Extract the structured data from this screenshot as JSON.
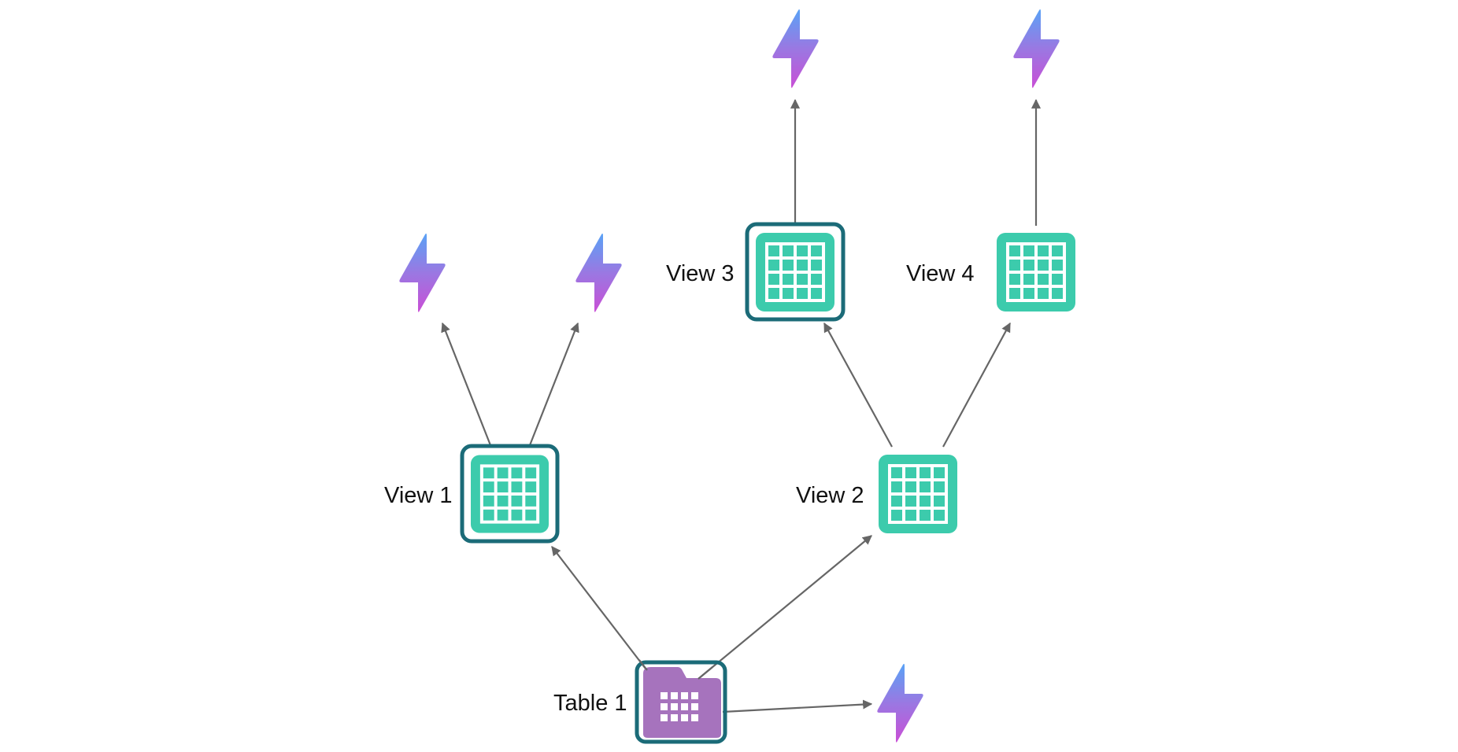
{
  "diagram": {
    "title": "",
    "colors": {
      "view": "#3ccbac",
      "table": "#a673bd",
      "selected_border": "#1b6b78",
      "edge": "#666666",
      "bolt_top": "#5aa2f6",
      "bolt_bottom": "#c94fd6",
      "label": "#111111"
    },
    "nodes": [
      {
        "id": "table1",
        "type": "table",
        "label": "Table 1",
        "selected": true,
        "icon": "table-folder-icon"
      },
      {
        "id": "view1",
        "type": "view",
        "label": "View 1",
        "selected": true,
        "icon": "grid-view-icon"
      },
      {
        "id": "view2",
        "type": "view",
        "label": "View 2",
        "selected": false,
        "icon": "grid-view-icon"
      },
      {
        "id": "view3",
        "type": "view",
        "label": "View 3",
        "selected": true,
        "icon": "grid-view-icon"
      },
      {
        "id": "view4",
        "type": "view",
        "label": "View 4",
        "selected": false,
        "icon": "grid-view-icon"
      },
      {
        "id": "bolt_t1",
        "type": "trigger",
        "label": "",
        "icon": "lightning-bolt-icon"
      },
      {
        "id": "bolt_v1a",
        "type": "trigger",
        "label": "",
        "icon": "lightning-bolt-icon"
      },
      {
        "id": "bolt_v1b",
        "type": "trigger",
        "label": "",
        "icon": "lightning-bolt-icon"
      },
      {
        "id": "bolt_v3",
        "type": "trigger",
        "label": "",
        "icon": "lightning-bolt-icon"
      },
      {
        "id": "bolt_v4",
        "type": "trigger",
        "label": "",
        "icon": "lightning-bolt-icon"
      }
    ],
    "edges": [
      {
        "from": "table1",
        "to": "view1"
      },
      {
        "from": "table1",
        "to": "view2"
      },
      {
        "from": "table1",
        "to": "bolt_t1"
      },
      {
        "from": "view1",
        "to": "bolt_v1a"
      },
      {
        "from": "view1",
        "to": "bolt_v1b"
      },
      {
        "from": "view2",
        "to": "view3"
      },
      {
        "from": "view2",
        "to": "view4"
      },
      {
        "from": "view3",
        "to": "bolt_v3"
      },
      {
        "from": "view4",
        "to": "bolt_v4"
      }
    ]
  }
}
